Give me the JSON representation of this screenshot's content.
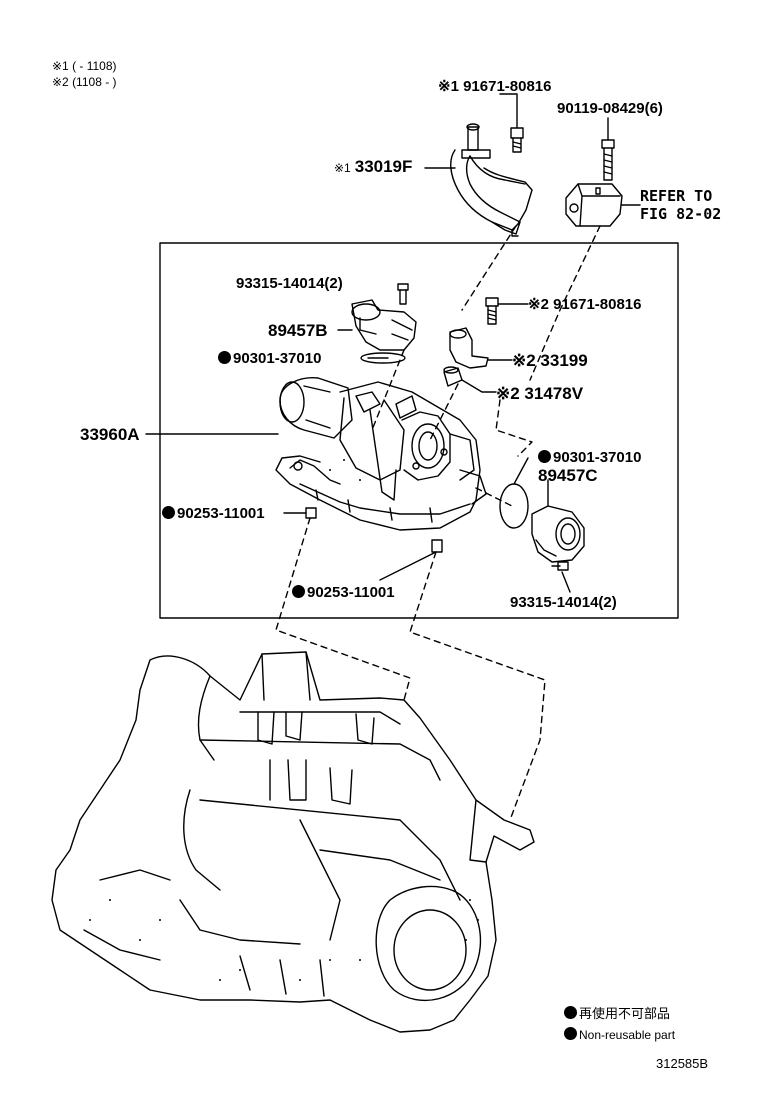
{
  "notes": {
    "note1": "※1 (      - 1108)",
    "note2": "※2 (1108 -      )"
  },
  "assembly": {
    "label": "33960A"
  },
  "labels": {
    "p1": "※1 91671-80816",
    "p2": "90119-08429(6)",
    "p3_mark": "※1",
    "p3": "33019F",
    "refer1": "REFER TO",
    "refer2": "FIG 82-02",
    "p4": "93315-14014(2)",
    "p5": "※2 91671-80816",
    "p6": "89457B",
    "p7": "90301-37010",
    "p8": "※2 33199",
    "p9": "※2 31478V",
    "p10": "90301-37010",
    "p11": "89457C",
    "p12": "90253-11001",
    "p13": "90253-11001",
    "p14": "93315-14014(2)"
  },
  "legend": {
    "jp": "再使用不可部品",
    "en": "Non-reusable part"
  },
  "figure_id": "312585B"
}
